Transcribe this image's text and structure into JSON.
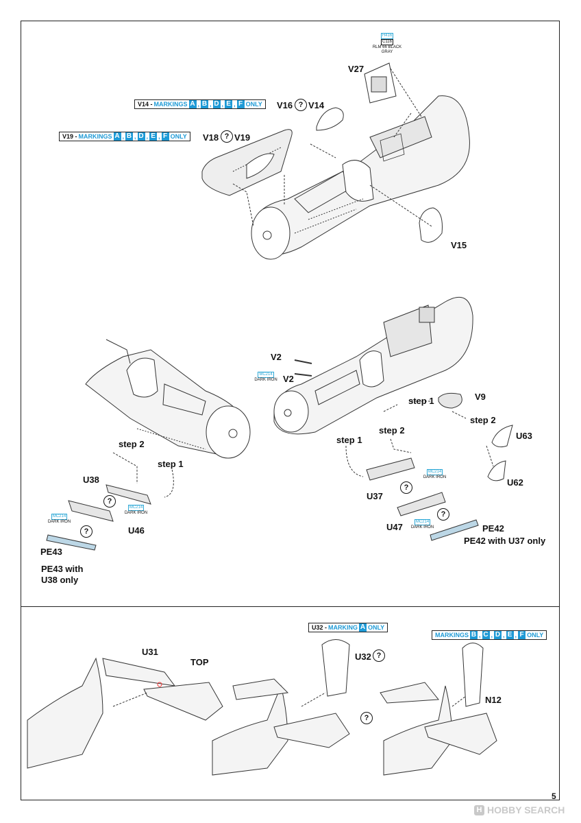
{
  "page_number": "5",
  "watermark": {
    "logo": "H",
    "text": "HOBBY SEARCH"
  },
  "marking_boxes": [
    {
      "id": "v14",
      "prefix": "V14 - ",
      "label": "MARKINGS",
      "letters": [
        "A",
        "B",
        "D",
        "E",
        "F"
      ],
      "suffix": "ONLY"
    },
    {
      "id": "v19",
      "prefix": "V19 - ",
      "label": "MARKINGS",
      "letters": [
        "A",
        "B",
        "D",
        "E",
        "F"
      ],
      "suffix": "ONLY"
    },
    {
      "id": "u32",
      "prefix": "U32 - ",
      "label": "MARKING",
      "letters": [
        "A"
      ],
      "suffix": "ONLY"
    },
    {
      "id": "n12",
      "prefix": "",
      "label": "MARKINGS",
      "letters": [
        "B",
        "C",
        "D",
        "E",
        "F"
      ],
      "suffix": "ONLY"
    }
  ],
  "paints": [
    {
      "id": "rlm66",
      "codes": [
        "H416",
        "C116"
      ],
      "name": "RLM 66 BLACK GRAY"
    },
    {
      "id": "mc214_v2",
      "codes": [
        "MC214"
      ],
      "name": "DARK IRON"
    },
    {
      "id": "mc214_u38",
      "codes": [
        "MC214"
      ],
      "name": "DARK IRON"
    },
    {
      "id": "mc214_u46",
      "codes": [
        "MC214"
      ],
      "name": "DARK IRON"
    },
    {
      "id": "mc214_u37",
      "codes": [
        "MC214"
      ],
      "name": "DARK IRON"
    },
    {
      "id": "mc214_u47",
      "codes": [
        "MC214"
      ],
      "name": "DARK IRON"
    }
  ],
  "part_labels": {
    "v27": "V27",
    "v16": "V16",
    "v14": "V14",
    "v18": "V18",
    "v19": "V19",
    "v15": "V15",
    "v2a": "V2",
    "v2b": "V2",
    "v9": "V9",
    "u63": "U63",
    "u62": "U62",
    "u38": "U38",
    "u46": "U46",
    "pe43": "PE43",
    "u37": "U37",
    "u47": "U47",
    "pe42": "PE42",
    "u31": "U31",
    "top": "TOP",
    "u32": "U32",
    "n12": "N12"
  },
  "steps": {
    "left_step2": "step 2",
    "left_step1": "step 1",
    "right_step1a": "step 1",
    "right_step2a": "step 2",
    "right_step2b": "step 2",
    "right_step1b": "step 1"
  },
  "notes": {
    "pe43": [
      "PE43 with",
      "U38 only"
    ],
    "pe42": "PE42 with U37 only"
  },
  "question_mark": "?"
}
